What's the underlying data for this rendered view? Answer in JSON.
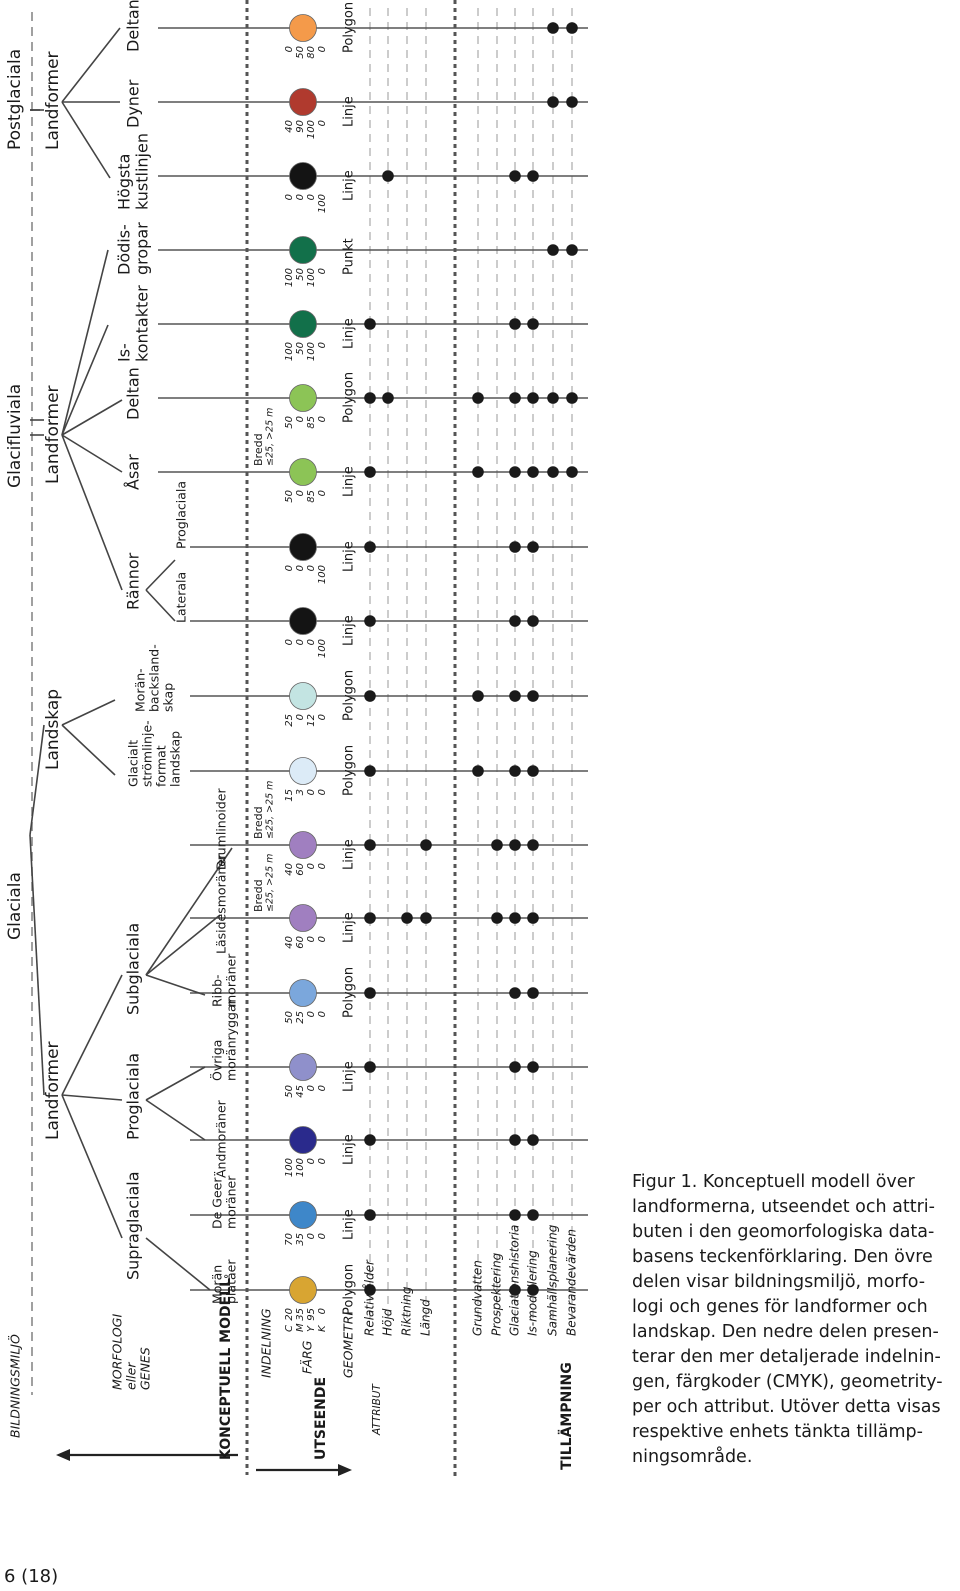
{
  "axis_labels": {
    "bildningsmiljo": "BILDNINGSMILJÖ",
    "morfologi": [
      "MORFOLOGI",
      "eller",
      "GENES"
    ],
    "indelning": "INDELNING",
    "farg": "FÄRG",
    "cmyk_letters": [
      "C",
      "M",
      "Y",
      "K"
    ],
    "geometri": "GEOMETRI",
    "attribut_title": "ATTRIBUT",
    "attributes": [
      "Relativ ålder",
      "Höjd",
      "Riktning",
      "Längd"
    ],
    "applications": [
      "Grundvatten",
      "Prospektering",
      "Glaciationshistoria",
      "Is-modellering",
      "Samhällsplanering",
      "Bevarandevärden"
    ]
  },
  "section_labels": {
    "konceptuell": "KONCEPTUELL MODELL",
    "utseende": "UTSEENDE",
    "tillampning": "TILLÄMPNING"
  },
  "environments": {
    "glaciala": "Glaciala",
    "glacifluviala": "Glacifluviala",
    "postglaciala": "Postglaciala"
  },
  "groups": {
    "landformer_glacial": "Landformer",
    "landskap": "Landskap",
    "landformer_glacifluvial": "Landformer",
    "landformer_postglacial": "Landformer"
  },
  "genes": {
    "supraglaciala": "Supraglaciala",
    "proglaciala": "Proglaciala",
    "subglaciala": "Subglaciala",
    "rannor": "Rännor",
    "asar": "Åsar",
    "deltan": "Deltan",
    "iskontakter": [
      "Is-",
      "kontakter"
    ],
    "dodisgropar": [
      "Dödis-",
      "gropar"
    ],
    "hogsta": [
      "Högsta",
      "kustlinjen"
    ],
    "dyner": "Dyner",
    "deltan2": "Deltan"
  },
  "leaves": [
    {
      "label": [
        "Morän",
        "platåer"
      ],
      "cmyk": [
        "20",
        "35",
        "95",
        "0"
      ],
      "color": "#d8a532",
      "geometry": "Polygon",
      "extra": [],
      "dots": [
        0,
        8,
        9
      ]
    },
    {
      "label": [
        "De Geer",
        "moräner"
      ],
      "cmyk": [
        "70",
        "35",
        "0",
        "0"
      ],
      "color": "#3e87c9",
      "geometry": "Linje",
      "extra": [],
      "dots": [
        0,
        8,
        9
      ]
    },
    {
      "label": [
        "Ändmoräner"
      ],
      "cmyk": [
        "100",
        "100",
        "0",
        "0"
      ],
      "color": "#2a2a8c",
      "geometry": "Linje",
      "extra": [],
      "dots": [
        0,
        8,
        9
      ]
    },
    {
      "label": [
        "Övriga",
        "moränryggar"
      ],
      "cmyk": [
        "50",
        "45",
        "0",
        "0"
      ],
      "color": "#8f90cb",
      "geometry": "Linje",
      "extra": [],
      "dots": [
        0,
        8,
        9
      ]
    },
    {
      "label": [
        "Ribb-",
        "moräner"
      ],
      "cmyk": [
        "50",
        "25",
        "0",
        "0"
      ],
      "color": "#7ba7dc",
      "geometry": "Polygon",
      "extra": [],
      "dots": [
        0,
        8,
        9
      ]
    },
    {
      "label": [
        "Läsidesmoräner"
      ],
      "cmyk": [
        "40",
        "60",
        "0",
        "0"
      ],
      "color": "#a07fc0",
      "geometry": "Linje",
      "extra": [
        "Bredd",
        "≤25, >25 m"
      ],
      "dots": [
        0,
        2,
        3,
        7,
        8,
        9
      ]
    },
    {
      "label": [
        "Drumlinoider"
      ],
      "cmyk": [
        "40",
        "60",
        "0",
        "0"
      ],
      "color": "#a07fc0",
      "geometry": "Linje",
      "extra": [
        "Bredd",
        "≤25, >25 m"
      ],
      "dots": [
        0,
        3,
        7,
        8,
        9
      ]
    },
    {
      "label": [
        "Glacialt",
        "strömlinje-",
        "format",
        "landskap"
      ],
      "cmyk": [
        "15",
        "3",
        "0",
        "0"
      ],
      "color": "#dcebf7",
      "geometry": "Polygon",
      "extra": [],
      "dots": [
        0,
        6,
        8,
        9
      ]
    },
    {
      "label": [
        "Morän-",
        "backsland-",
        "skap"
      ],
      "cmyk": [
        "25",
        "0",
        "12",
        "0"
      ],
      "color": "#c3e4e2",
      "geometry": "Polygon",
      "extra": [],
      "dots": [
        0,
        6,
        8,
        9
      ]
    },
    {
      "label": [
        "Laterala"
      ],
      "cmyk": [
        "0",
        "0",
        "0",
        "100"
      ],
      "color": "#141414",
      "geometry": "Linje",
      "extra": [],
      "dots": [
        0,
        8,
        9
      ]
    },
    {
      "label": [
        "Proglaciala"
      ],
      "cmyk": [
        "0",
        "0",
        "0",
        "100"
      ],
      "color": "#141414",
      "geometry": "Linje",
      "extra": [],
      "dots": [
        0,
        8,
        9
      ]
    },
    {
      "label": [],
      "cmyk": [
        "50",
        "0",
        "85",
        "0"
      ],
      "color": "#8cc456",
      "geometry": "Linje",
      "extra": [
        "Bredd",
        "≤25, >25 m"
      ],
      "dots": [
        0,
        6,
        8,
        9,
        10,
        11
      ]
    },
    {
      "label": [],
      "cmyk": [
        "50",
        "0",
        "85",
        "0"
      ],
      "color": "#8cc456",
      "geometry": "Polygon",
      "extra": [],
      "dots": [
        0,
        1,
        6,
        8,
        9,
        10,
        11
      ]
    },
    {
      "label": [],
      "cmyk": [
        "100",
        "50",
        "100",
        "0"
      ],
      "color": "#12704a",
      "geometry": "Linje",
      "extra": [],
      "dots": [
        0,
        8,
        9
      ]
    },
    {
      "label": [],
      "cmyk": [
        "100",
        "50",
        "100",
        "0"
      ],
      "color": "#12704a",
      "geometry": "Punkt",
      "extra": [],
      "dots": [
        10,
        11
      ]
    },
    {
      "label": [],
      "cmyk": [
        "0",
        "0",
        "0",
        "100"
      ],
      "color": "#141414",
      "geometry": "Linje",
      "extra": [],
      "dots": [
        1,
        8,
        9
      ]
    },
    {
      "label": [],
      "cmyk": [
        "40",
        "90",
        "100",
        "0"
      ],
      "color": "#b03a2e",
      "geometry": "Linje",
      "extra": [],
      "dots": [
        10,
        11
      ]
    },
    {
      "label": [],
      "cmyk": [
        "0",
        "50",
        "80",
        "0"
      ],
      "color": "#f49a4a",
      "geometry": "Polygon",
      "extra": [],
      "dots": [
        10,
        11
      ]
    }
  ],
  "caption": [
    "Figur 1. Konceptuell modell över",
    "landformerna, utseendet och attri-",
    "buten i den geomorfologiska data-",
    "basens teckenförklaring. Den övre",
    "delen visar bildningsmiljö, morfo-",
    "logi och genes för landformer och",
    "landskap. Den nedre delen presen-",
    "terar den mer detaljerade indelnin-",
    "gen, färgkoder (CMYK), geometrity-",
    "per och attribut. Utöver detta visas",
    "respektive enhets tänkta tillämp-",
    "ningsområde."
  ],
  "page_number": "6 (18)"
}
